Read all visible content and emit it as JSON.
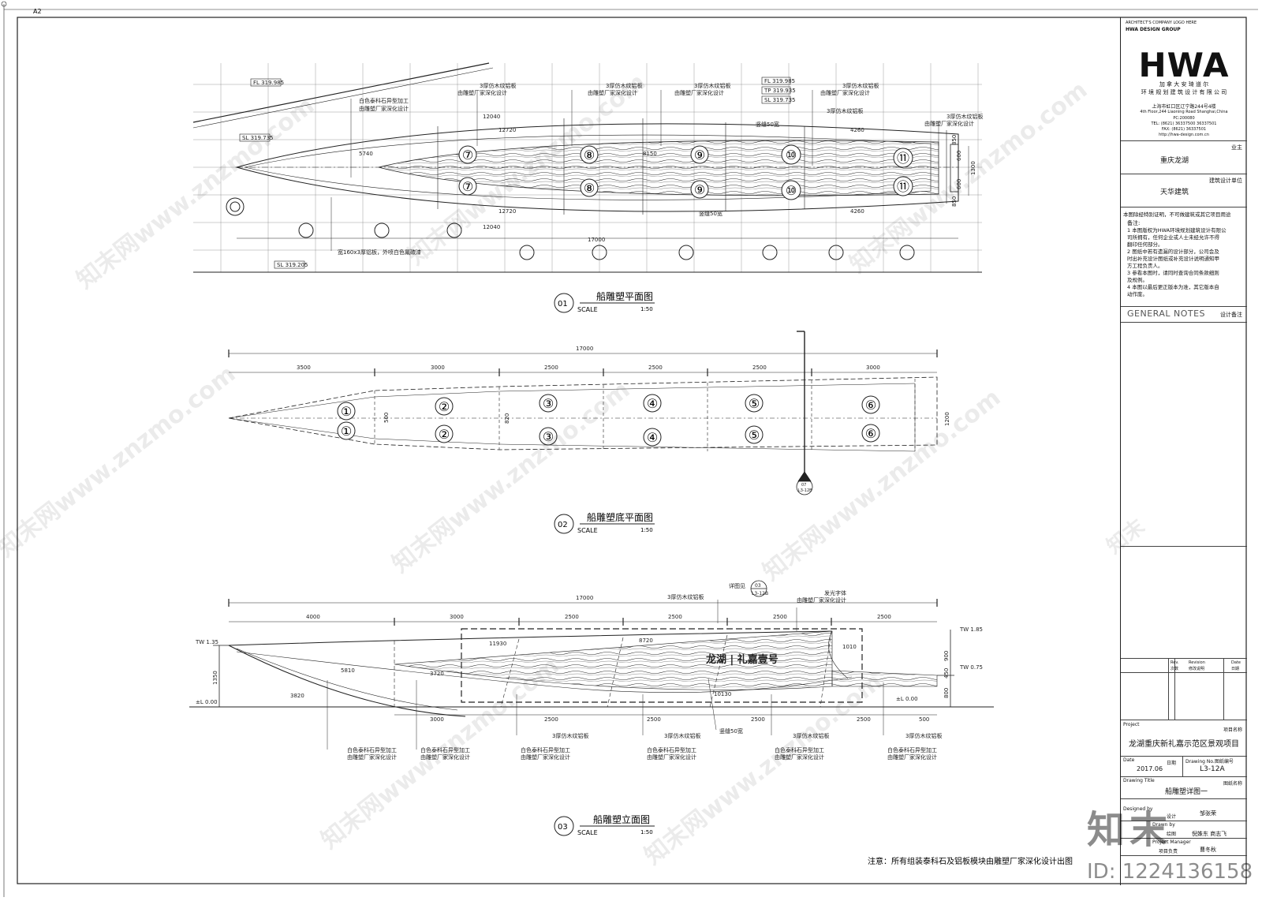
{
  "sheet": {
    "size": "A2"
  },
  "title_block": {
    "company_header": "ARCHITECT'S COMPANY LOGO HERE",
    "company_sub": "HWA DESIGN GROUP",
    "logo": "HWA",
    "company_cn1": "加 拿 大 安 琦 道 尔",
    "company_cn2": "环 境 规 划 建 筑 设 计 有 限 公 司",
    "addr_cn": "上海市虹口区辽宁路244号4楼",
    "addr_en": "4th Floor,244 Liaoning Road Shanghai,China",
    "pc": "PC:200080",
    "tel": "TEL: (8621) 36337500  36337501",
    "fax": "FAX: (8621) 36337501",
    "web": "http://hwa-design.com.cn",
    "owner_label": "业主",
    "owner": "重庆龙湖",
    "architect_label": "建筑设计单位",
    "architect": "天华建筑",
    "notice": "本图除经特别证明，不可做建筑或其它项目用途",
    "notes_title": "备注:",
    "notes": [
      "1 本图版权为HWA环境规划建筑设计有限公",
      "司所拥有，任何企业或人士未经允许不得",
      "翻印任何部分。",
      "2 图纸中若有遗漏的设计部分，公司会及",
      "时出补充设计图纸或补充设计说明通知甲",
      "方工程负责人。",
      "3 参看本图时，请同时查询合同条款细则",
      "及规例。",
      "4 本图以最后更正版本为准，其它版本自",
      "动作废。"
    ],
    "general_notes": "GENERAL NOTES",
    "general_notes_cn": "设计备注",
    "rev_headers": [
      "Rev.",
      "Revision",
      "Date"
    ],
    "rev_headers_cn": [
      "次数",
      "修改说明",
      "日期"
    ],
    "project_label": "Project",
    "project_label_cn": "项目名称",
    "project": "龙湖重庆新礼嘉示范区景观项目",
    "date_label": "Date",
    "date_label_cn": "日期",
    "date": "2017.06",
    "drawing_no_label": "Drawing No.图纸编号",
    "drawing_no": "L3-12A",
    "drawing_title_label": "Drawing Title",
    "drawing_title_label_cn": "图纸名称",
    "drawing_title": "船雕塑详图一",
    "staff": [
      {
        "label": "Designed by",
        "label_cn": "设计",
        "name": "邹张荣"
      },
      {
        "label": "Drawn by",
        "label_cn": "绘图",
        "name": "倪姝东  商志飞"
      },
      {
        "label": "Project Manager",
        "label_cn": "项目负责",
        "name": "曹冬秋"
      }
    ]
  },
  "drawing1": {
    "num": "01",
    "title": "船雕塑平面图",
    "scale_label": "SCALE",
    "scale": "1:50",
    "elev_tags": [
      "FL 319.985",
      "SL 319.735",
      "SL 319.205",
      "FL 319.985",
      "TP 319.935",
      "SL 319.735"
    ],
    "dims_top": [
      "12040",
      "12720",
      "5740",
      "8150",
      "4260"
    ],
    "dims_bottom": [
      "12720",
      "12040",
      "17000",
      "4260"
    ],
    "dims_right": [
      "850",
      "600",
      "1300",
      "600",
      "850"
    ],
    "panels": [
      "⑦",
      "⑧",
      "⑨",
      "⑩",
      "⑪"
    ],
    "callout_panel": "3厚仿木纹铝板",
    "callout_depth": "由雕塑厂家深化设计",
    "callout_stone": "白色泰科石异型加工",
    "callout_seam": "竖缝50宽",
    "callout_bottom": "宽160x3厚铝板，外喷白色氟碳漆"
  },
  "drawing2": {
    "num": "02",
    "title": "船雕塑底平面图",
    "scale_label": "SCALE",
    "scale": "1:50",
    "dim_total": "17000",
    "dims": [
      "3500",
      "3000",
      "2500",
      "2500",
      "2500",
      "3000"
    ],
    "dims_inner": [
      "500",
      "820",
      "1200"
    ],
    "panels": [
      "①",
      "②",
      "③",
      "④",
      "⑤",
      "⑥"
    ],
    "section_tag": "07",
    "section_ref": "L3-12B"
  },
  "drawing3": {
    "num": "03",
    "title": "船雕塑立面图",
    "scale_label": "SCALE",
    "scale": "1:50",
    "dim_total": "17000",
    "dims_top": [
      "4000",
      "3000",
      "2500",
      "2500",
      "2500",
      "2500"
    ],
    "dims_bottom": [
      "3000",
      "2500",
      "2500",
      "2500",
      "2500",
      "500"
    ],
    "elev_tags": [
      "TW 1.35",
      "±L 0.00",
      "TW 1.85",
      "TW 0.75",
      "±L 0.00"
    ],
    "dims_left": [
      "1350"
    ],
    "dims_right": [
      "900",
      "450",
      "800"
    ],
    "radii": [
      "11930",
      "8720",
      "5810",
      "3720",
      "3820",
      "10130",
      "1010"
    ],
    "detail_label": "详图见",
    "detail_tag": "03",
    "detail_ref": "L3-12B",
    "lettering": "龙湖 | 礼嘉壹号",
    "callout_panel": "3厚仿木纹铝板",
    "callout_depth": "由雕塑厂家深化设计",
    "callout_stone": "白色泰科石异型加工",
    "callout_seam": "竖缝50宽",
    "callout_lettering": "发光字体",
    "note": "注意：所有组装泰科石及铝板模块由雕塑厂家深化设计出图"
  },
  "watermarks": {
    "site": "知末网www.znzmo.com",
    "brand": "知末",
    "id": "ID: 1224136158"
  },
  "colors": {
    "line": "#222222",
    "panel": "#bbbbbb",
    "watermark": "#000000"
  }
}
